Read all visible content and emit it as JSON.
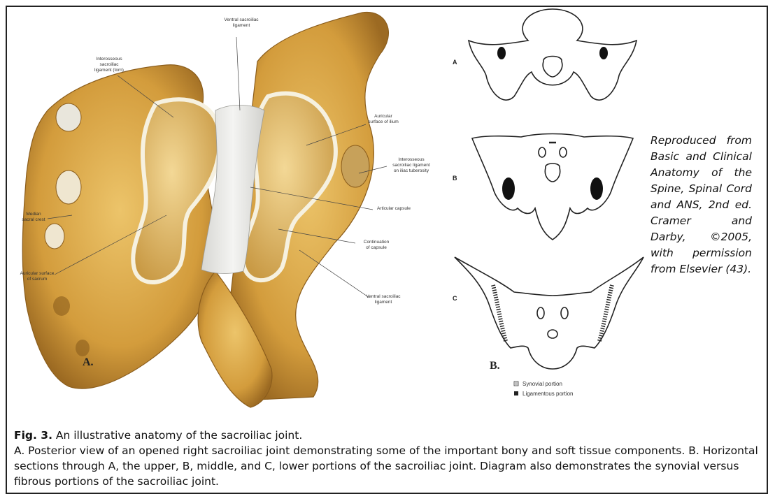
{
  "panel_a": {
    "letter": "A.",
    "labels": {
      "ventral_top": [
        "Ventral sacroiliac",
        "ligament"
      ],
      "interosseous_left": [
        "Interosseous",
        "sacroiliac",
        "ligament (torn)"
      ],
      "auricular_ilium": [
        "Auricular",
        "surface of ilium"
      ],
      "interosseous_right": [
        "Interosseous",
        "sacroiliac ligament",
        "on iliac tuberosity"
      ],
      "median_crest": [
        "Median",
        "sacral crest"
      ],
      "articular_capsule": [
        "Articular capsule"
      ],
      "continuation": [
        "Continuation",
        "of capsule"
      ],
      "auricular_sacrum": [
        "Auricular surface",
        "of sacrum"
      ],
      "ventral_bottom": [
        "Ventral sacroiliac",
        "ligament"
      ]
    }
  },
  "panel_b": {
    "letter": "B.",
    "rows": [
      "A",
      "B",
      "C"
    ],
    "legend": {
      "synovial": "Synovial portion",
      "ligamentous": "Ligamentous portion"
    }
  },
  "reproduced_note": "Reproduced from Basic and Clinical Anatomy of the Spine, Spinal Cord and ANS, 2nd ed. Cramer and Darby, ©2005, with permission from Elsevier (43).",
  "caption": {
    "label": "Fig. 3.",
    "title": " An illustrative anatomy of the sacroiliac joint.",
    "body": "A. Posterior view of an opened right sacroiliac joint demonstrating some of the important bony and soft tissue components. B. Horizontal sections through A, the upper, B, middle, and C, lower portions of the sacroiliac joint. Diagram also demonstrates the synovial versus fibrous portions of the sacroiliac joint."
  },
  "colors": {
    "bone": "#d9a84a",
    "bone_dark": "#a8772a",
    "cartilage": "#f0dfb0",
    "ligament": "#e9e9e6",
    "ink": "#222222"
  }
}
